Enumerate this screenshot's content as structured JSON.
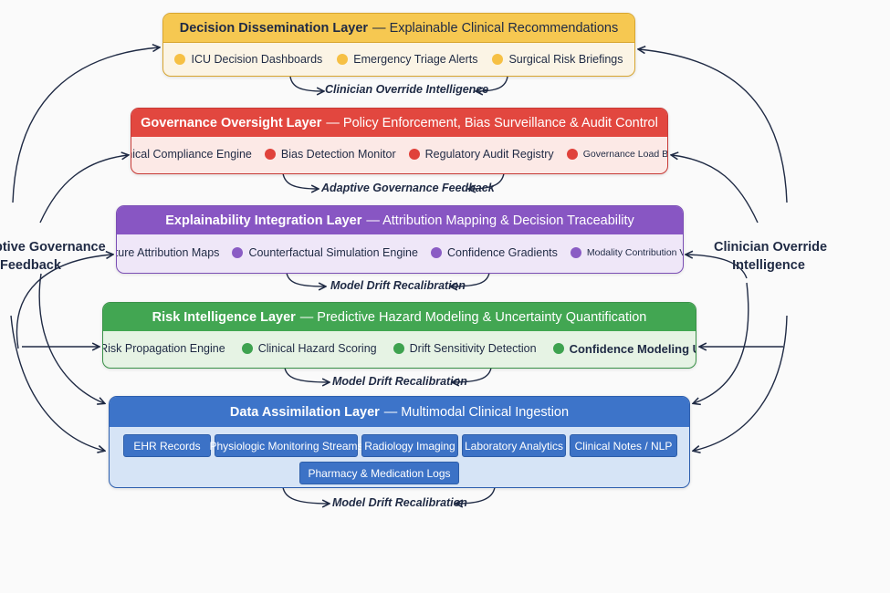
{
  "colors": {
    "dissemination": "#f6c851",
    "governance": "#e2473f",
    "explainability": "#8856c3",
    "risk": "#42a652",
    "data": "#3d74c9",
    "arrow": "#1f2a44"
  },
  "layers": {
    "dissemination": {
      "title": "Decision Dissemination Layer",
      "subtitle": "— Explainable Clinical Recommendations",
      "items": [
        "ICU Decision Dashboards",
        "Emergency Triage Alerts",
        "Surgical Risk Briefings"
      ]
    },
    "governance": {
      "title": "Governance Oversight Layer",
      "subtitle": "— Policy Enforcement, Bias Surveillance & Audit Control",
      "items": [
        "Ethical Compliance Engine",
        "Bias Detection Monitor",
        "Regulatory Audit Registry",
        "Governance Load Balancer"
      ]
    },
    "explainability": {
      "title": "Explainability Integration Layer",
      "subtitle": "— Attribution Mapping & Decision Traceability",
      "items": [
        "Feature Attribution Maps",
        "Counterfactual Simulation Engine",
        "Confidence Gradients",
        "Modality Contribution Visualizer"
      ]
    },
    "risk": {
      "title": "Risk Intelligence Layer",
      "subtitle": "— Predictive Hazard Modeling & Uncertainty Quantification",
      "items": [
        "Risk Propagation Engine",
        "Clinical Hazard Scoring",
        "Drift Sensitivity Detection",
        "Confidence Modeling Unit"
      ]
    },
    "data": {
      "title": "Data Assimilation Layer",
      "subtitle": "— Multimodal Clinical Ingestion",
      "items": [
        "EHR Records",
        "Physiologic Monitoring Streams",
        "Radiology Imaging",
        "Laboratory Analytics",
        "Clinical Notes / NLP",
        "Pharmacy & Medication Logs"
      ]
    }
  },
  "feedback_loops": {
    "dissemination": "Clinician Override Intelligence",
    "governance": "Adaptive Governance Feedback",
    "explainability": "Model Drift Recalibration",
    "risk": "Model Drift Recalibration",
    "data": "Model Drift Recalibration"
  },
  "side_labels": {
    "left_line1": "ptive Governance",
    "left_line2": "Feedback",
    "right_line1": "Clinician Override",
    "right_line2": "Intelligence"
  }
}
